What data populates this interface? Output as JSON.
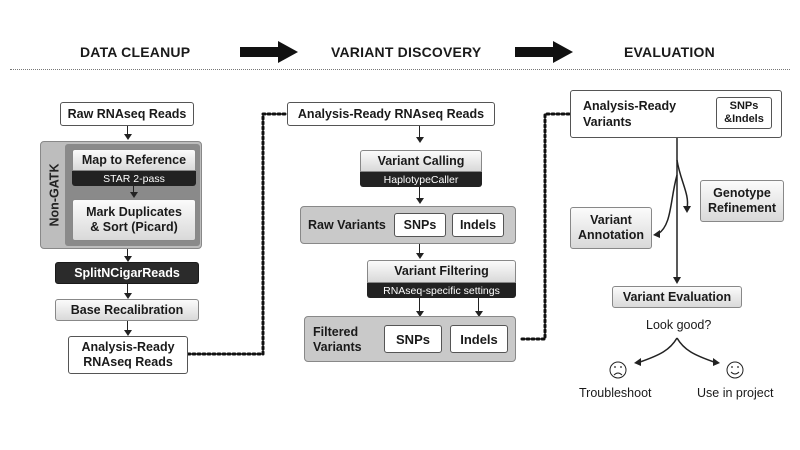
{
  "headers": {
    "cleanup": "DATA CLEANUP",
    "discovery": "VARIANT DISCOVERY",
    "evaluation": "EVALUATION"
  },
  "cleanup": {
    "raw_reads": "Raw RNAseq Reads",
    "non_gatk": "Non-GATK",
    "map_ref": "Map to Reference",
    "star": "STAR 2-pass",
    "mark_dup_1": "Mark Duplicates",
    "mark_dup_2": "& Sort (Picard)",
    "split": "SplitNCigarReads",
    "base_recal": "Base Recalibration",
    "ready_1": "Analysis-Ready",
    "ready_2": "RNAseq Reads"
  },
  "discovery": {
    "ready_reads": "Analysis-Ready RNAseq Reads",
    "calling": "Variant Calling",
    "haplotype": "HaplotypeCaller",
    "raw_variants": "Raw Variants",
    "snps": "SNPs",
    "indels": "Indels",
    "filtering": "Variant Filtering",
    "rnaseq_settings": "RNAseq-specific settings",
    "filtered_1": "Filtered",
    "filtered_2": "Variants",
    "f_snps": "SNPs",
    "f_indels": "Indels"
  },
  "evaluation": {
    "ready_1": "Analysis-Ready",
    "ready_2": "Variants",
    "snps_indels_1": "SNPs",
    "snps_indels_2": "&Indels",
    "genotype_1": "Genotype",
    "genotype_2": "Refinement",
    "annotation_1": "Variant",
    "annotation_2": "Annotation",
    "eval": "Variant Evaluation",
    "look_good": "Look good?",
    "troubleshoot": "Troubleshoot",
    "use": "Use in project"
  }
}
